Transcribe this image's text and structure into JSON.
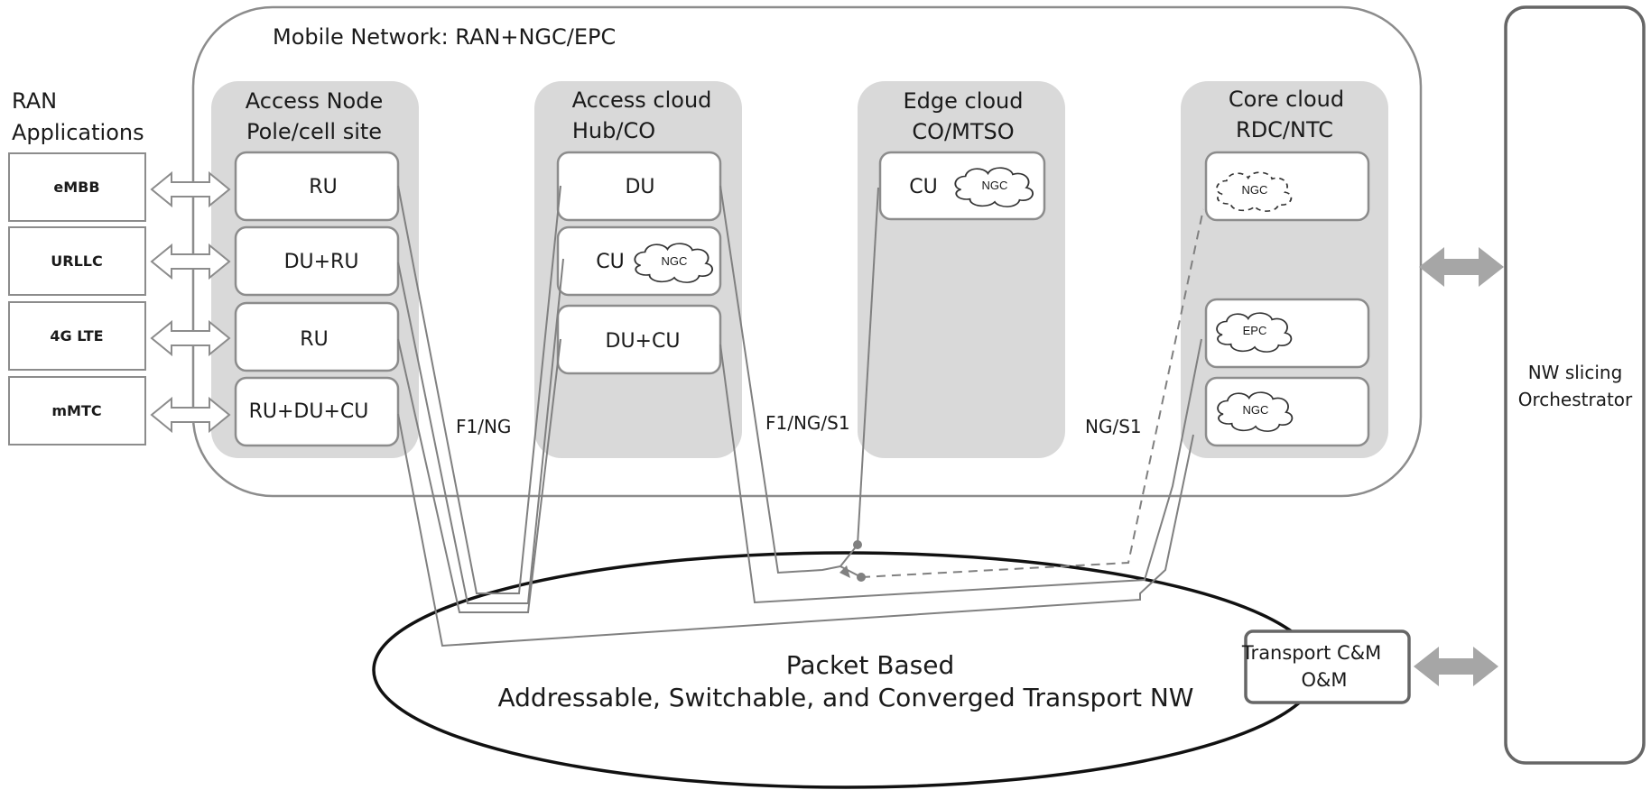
{
  "network_title": "Mobile Network: RAN+NGC/EPC",
  "ran_apps": {
    "heading_line1": "RAN",
    "heading_line2": "Applications",
    "items": [
      "eMBB",
      "URLLC",
      "4G LTE",
      "mMTC"
    ]
  },
  "columns": {
    "access_node": {
      "title_line1": "Access Node",
      "title_line2": "Pole/cell site",
      "boxes": [
        "RU",
        "DU+RU",
        "RU",
        "RU+DU+CU"
      ]
    },
    "access_cloud": {
      "title_line1": "Access cloud",
      "title_line2": "Hub/CO",
      "boxes": [
        "DU",
        "CU",
        "DU+CU"
      ],
      "cu_cloud": "NGC"
    },
    "edge_cloud": {
      "title_line1": "Edge cloud",
      "title_line2": "CO/MTSO",
      "cu_label": "CU",
      "cu_cloud": "NGC"
    },
    "core_cloud": {
      "title_line1": "Core cloud",
      "title_line2": "RDC/NTC",
      "clouds": [
        "NGC",
        "EPC",
        "NGC"
      ]
    }
  },
  "interfaces": {
    "f1_ng": "F1/NG",
    "f1_ng_s1": "F1/NG/S1",
    "ng_s1": "NG/S1"
  },
  "transport": {
    "line1": "Packet Based",
    "line2": "Addressable, Switchable, and Converged Transport NW"
  },
  "transport_cm": {
    "line1": "Transport C&M",
    "line2": "O&M"
  },
  "orchestrator": {
    "line1": "NW slicing",
    "line2": "Orchestrator"
  },
  "colors": {
    "panel_fill": "#d9d9d9",
    "box_stroke": "#8c8c8c",
    "line": "#808080",
    "arrow_fill": "#a6a6a6",
    "outer_stroke": "#7f7f7f"
  }
}
